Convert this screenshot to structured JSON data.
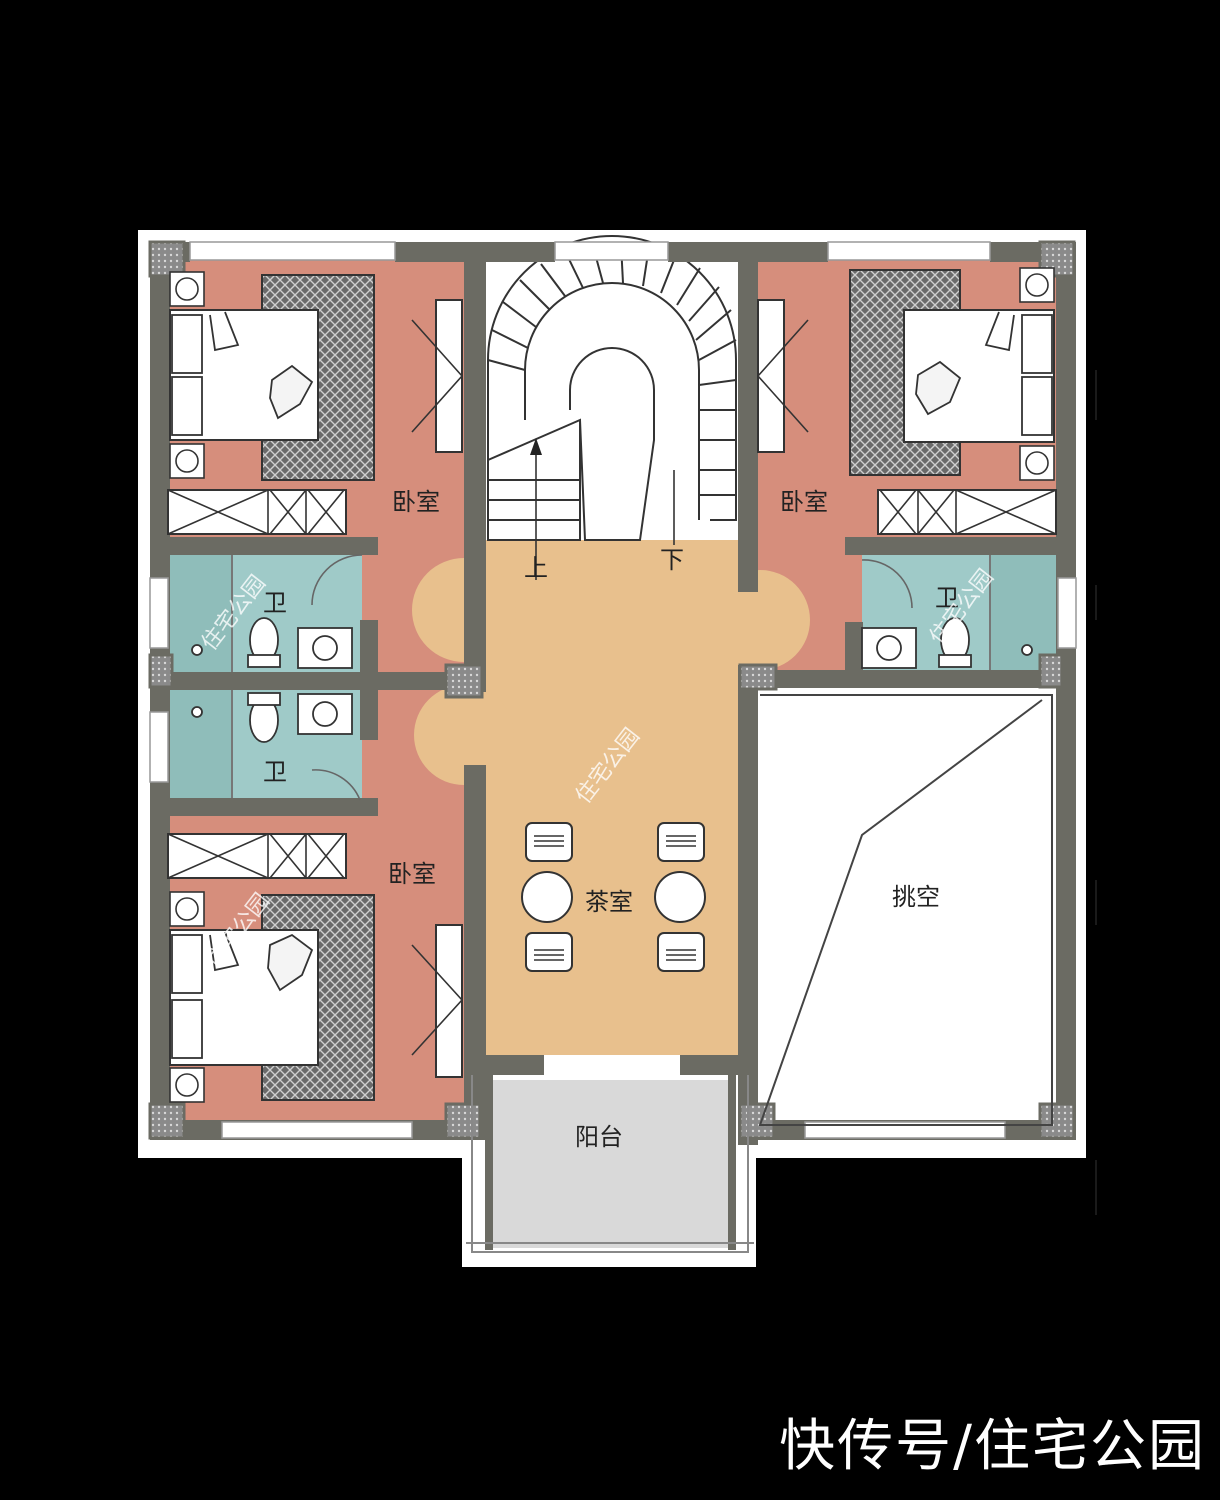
{
  "rooms": {
    "bedroom_nw": "卧室",
    "bedroom_ne": "卧室",
    "bedroom_sw": "卧室",
    "bath_nw": "卫",
    "bath_sw": "卫",
    "bath_ne": "卫",
    "tea_room": "茶室",
    "void": "挑空",
    "balcony": "阳台"
  },
  "stairs": {
    "up": "上",
    "down": "下"
  },
  "watermark": "住宅公园",
  "caption": "快传号/住宅公园",
  "colors": {
    "background": "#000000",
    "wall": "#6b6b63",
    "bedroom": "#d68e7c",
    "bathroom": "#9fcac8",
    "tea_room": "#e8c08d",
    "balcony": "#d9d9d9",
    "void": "#ffffff",
    "carpet": "#5a5a5a"
  }
}
